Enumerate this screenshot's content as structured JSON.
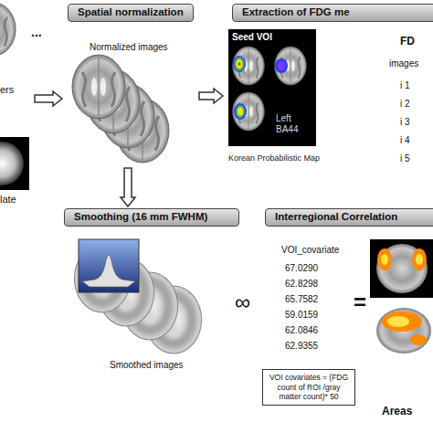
{
  "diagram": {
    "nodes": [
      {
        "text": [
          "ers"
        ]
      },
      {
        "text": [
          "late"
        ]
      },
      {
        "text": [
          "Spatial normalization",
          "Normalized images"
        ]
      },
      {
        "text": [
          "Extraction of FDG me"
        ]
      },
      {
        "text": [
          "Seed VOI",
          "Left BA44",
          "Korean Probabilistic Map"
        ],
        "in": 3
      },
      {
        "text": [
          "FD",
          "images",
          "i 1",
          "i 2",
          "i 3",
          "i 4",
          "i 5"
        ],
        "in": 3
      },
      {
        "text": [
          "Smoothing (16 mm FWHM)",
          "Smoothed images"
        ]
      },
      {
        "text": [
          "Interregional Correlation"
        ]
      },
      {
        "text": [
          "VOI_covariate",
          "67.0290",
          "62.8298",
          "65.7582",
          "59.0159",
          "62.0846",
          "62.9355"
        ],
        "in": 7
      },
      {
        "text": [
          "VOI covariates = (FDG count of ROI /gray matter count)* 50"
        ],
        "in": 7
      }
    ],
    "edges": [
      {
        "from": 0,
        "to": 2,
        "arrow": "to"
      },
      {
        "from": 2,
        "to": 3,
        "arrow": "to"
      },
      {
        "from": 2,
        "to": 6,
        "arrow": "to"
      }
    ],
    "labels": [
      "...",
      "∞",
      "=",
      "Areas"
    ]
  }
}
